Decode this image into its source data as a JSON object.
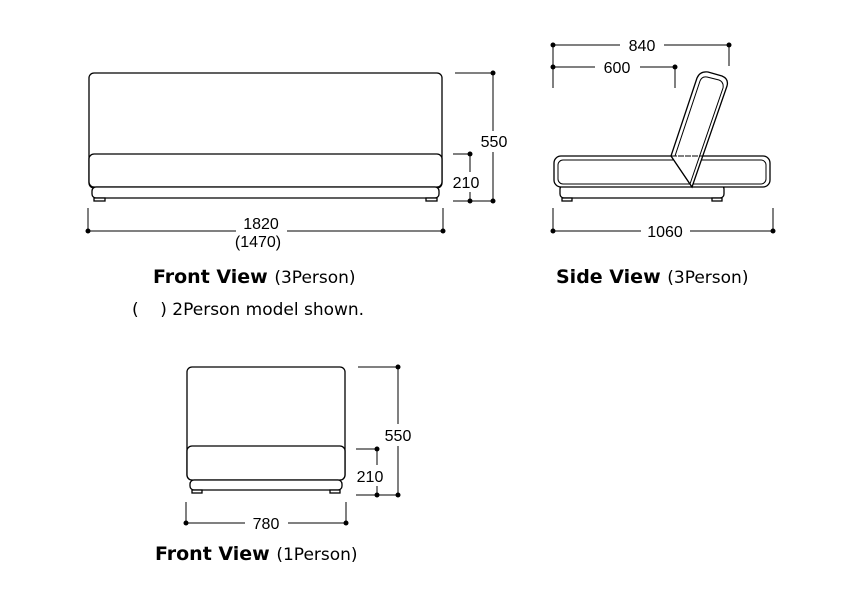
{
  "front_3p": {
    "width": "1820",
    "width_alt": "(1470)",
    "height": "550",
    "seat_height": "210",
    "title": "Front View",
    "title_sub": "(3Person)"
  },
  "note": "(    ) 2Person model shown.",
  "side_3p": {
    "depth": "1060",
    "back_depth": "840",
    "seat_depth": "600",
    "title": "Side View",
    "title_sub": "(3Person)"
  },
  "front_1p": {
    "width": "780",
    "height": "550",
    "seat_height": "210",
    "title": "Front View",
    "title_sub": "(1Person)"
  }
}
